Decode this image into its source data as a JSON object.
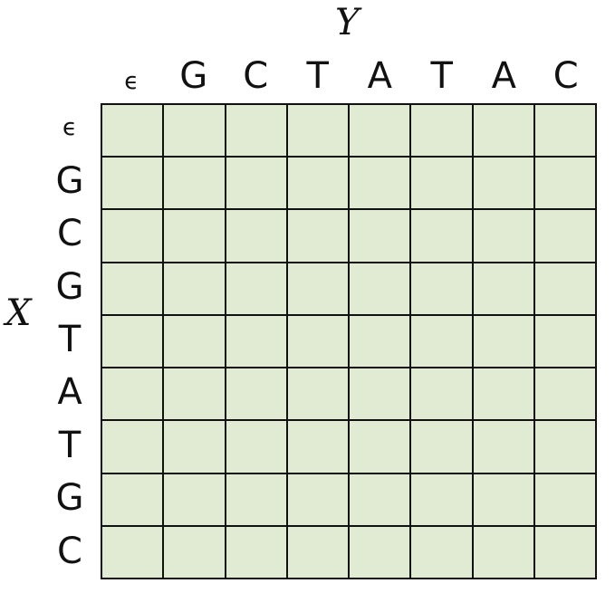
{
  "axis_labels": {
    "y": "Y",
    "x": "X"
  },
  "columns": [
    "ϵ",
    "G",
    "C",
    "T",
    "A",
    "T",
    "A",
    "C"
  ],
  "rows": [
    "ϵ",
    "G",
    "C",
    "G",
    "T",
    "A",
    "T",
    "G",
    "C"
  ],
  "colors": {
    "cell_fill": "#e1ebd3",
    "grid_line": "#111111"
  }
}
